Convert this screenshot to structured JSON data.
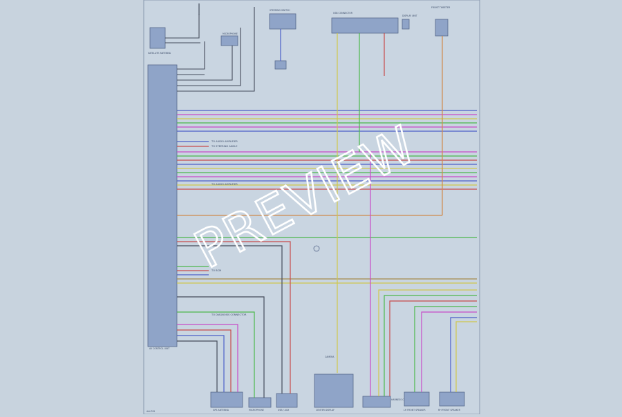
{
  "watermark": "PREVIEW",
  "diagram": {
    "components": {
      "main_unit": "AV CONTROL UNIT",
      "mic_top": "MICROPHONE",
      "mic_top2": "SATELLITE ANTENNA",
      "steering_sw": "STEERING SWITCH",
      "usb_conn": "USB CONNECTOR",
      "display": "DISPLAY UNIT",
      "front_right_pair": "FRONT TWEETER",
      "camera": "CAMERA",
      "bottom_left": "GPS ANTENNA",
      "bottom_mid": "MICROPHONE",
      "bottom_c": "USB / AUX",
      "bottom_unit": "CENTER DISPLAY",
      "bottom_right_a": "LH FRONT SPEAKER",
      "bottom_right_b": "RH FRONT SPEAKER",
      "extra_conn": "HARNESS CONNECTOR"
    },
    "notes": {
      "note1": "TO AUDIO AMPLIFIER",
      "note2": "TO STEERING ANGLE",
      "note3": "TO AUDIO AMPLIFIER",
      "note4": "TO BCM",
      "note5": "TO DIAGNOSIS CONNECTOR"
    },
    "footer": "AAL795"
  }
}
